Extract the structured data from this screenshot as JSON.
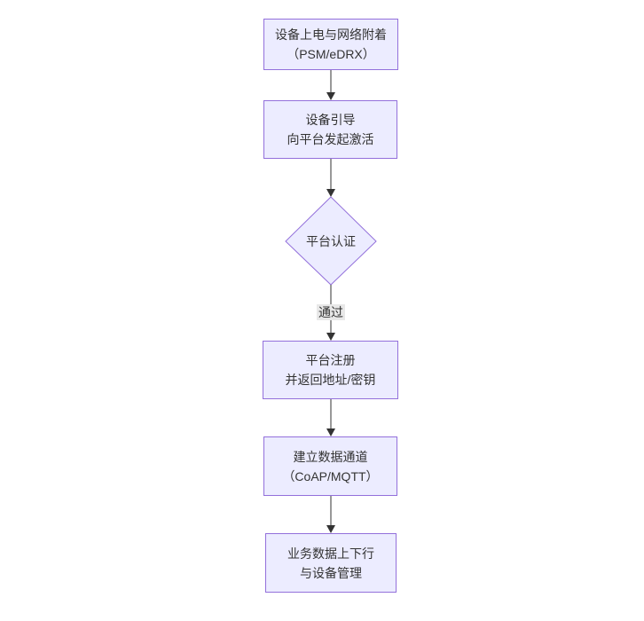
{
  "diagram": {
    "type": "flowchart",
    "direction": "top-down",
    "colors": {
      "background": "#ffffff",
      "node_fill": "#ececff",
      "node_border": "#9370db",
      "text": "#333333",
      "arrow": "#333333",
      "edge_label_bg": "#e8e8e8"
    },
    "nodes": [
      {
        "id": "power-attach",
        "shape": "rect",
        "line1": "设备上电与网络附着",
        "line2": "（PSM/eDRX）"
      },
      {
        "id": "bootstrap",
        "shape": "rect",
        "line1": "设备引导",
        "line2": "向平台发起激活"
      },
      {
        "id": "platform-auth",
        "shape": "diamond",
        "line1": "平台认证"
      },
      {
        "id": "register",
        "shape": "rect",
        "line1": "平台注册",
        "line2": "并返回地址/密钥"
      },
      {
        "id": "data-channel",
        "shape": "rect",
        "line1": "建立数据通道",
        "line2": "（CoAP/MQTT）"
      },
      {
        "id": "business",
        "shape": "rect",
        "line1": "业务数据上下行",
        "line2": "与设备管理"
      }
    ],
    "edges": [
      {
        "from": "power-attach",
        "to": "bootstrap",
        "label": ""
      },
      {
        "from": "bootstrap",
        "to": "platform-auth",
        "label": ""
      },
      {
        "from": "platform-auth",
        "to": "register",
        "label": "通过"
      },
      {
        "from": "register",
        "to": "data-channel",
        "label": ""
      },
      {
        "from": "data-channel",
        "to": "business",
        "label": ""
      }
    ]
  }
}
